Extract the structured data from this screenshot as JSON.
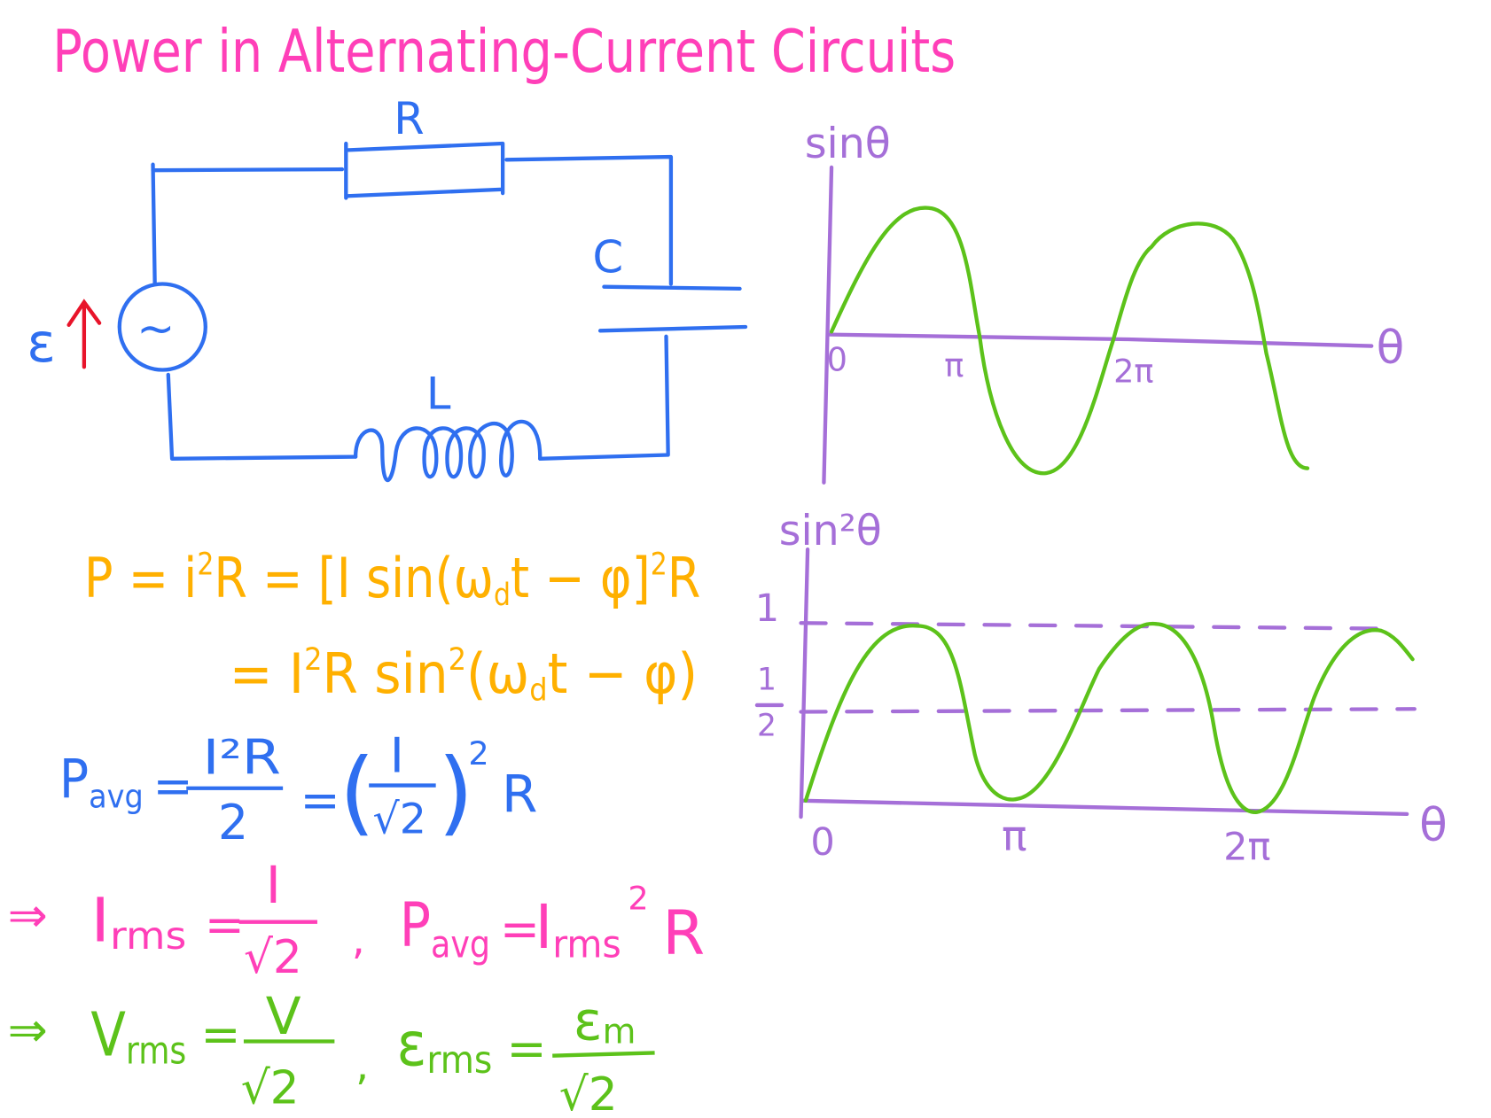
{
  "title": "Power in Alternating-Current Circuits",
  "circuit": {
    "resistor_label": "R",
    "capacitor_label": "C",
    "inductor_label": "L",
    "emf_label": "ε",
    "source_symbol": "~"
  },
  "graph_sin": {
    "y_label": "sinθ",
    "x_label": "θ",
    "ticks": [
      "0",
      "π",
      "2π"
    ]
  },
  "graph_sin2": {
    "y_label": "sin²θ",
    "x_label": "θ",
    "y_ticks": [
      "1",
      "1",
      "2"
    ],
    "ticks": [
      "0",
      "π",
      "2π"
    ]
  },
  "eq1": {
    "a": "P = i",
    "b": "2",
    "c": "R = [I sin(ω",
    "d": "d",
    "e": "t − φ]",
    "f": "2",
    "g": "R"
  },
  "eq2": {
    "a": "= I",
    "b": "2",
    "c": "R sin",
    "d": "2",
    "e": "(ω",
    "f": "d",
    "g": "t − φ)"
  },
  "eq3": {
    "p": "P",
    "avg": "avg",
    "eq1": "=",
    "num": "I²R",
    "den": "2",
    "eq2": "=",
    "lp": "(",
    "num2": "I",
    "den2": "√2",
    "rp": ")",
    "sq": "2",
    "r": "R"
  },
  "eq4": {
    "arrow": "⇒",
    "i": "I",
    "rms": "rms",
    "eq": "=",
    "num": "I",
    "den": "√2",
    "comma": ",",
    "p": "P",
    "avg": "avg",
    "eq2": "=",
    "i2": "I",
    "rms2": "rms",
    "sq": "2",
    "r": "R"
  },
  "eq5": {
    "arrow": "⇒",
    "v": "V",
    "rms": "rms",
    "eq": "=",
    "num": "V",
    "den": "√2",
    "comma": ",",
    "e": "ε",
    "rms2": "rms",
    "eq2": "=",
    "num2": "ε",
    "m": "m",
    "den2": "√2"
  }
}
